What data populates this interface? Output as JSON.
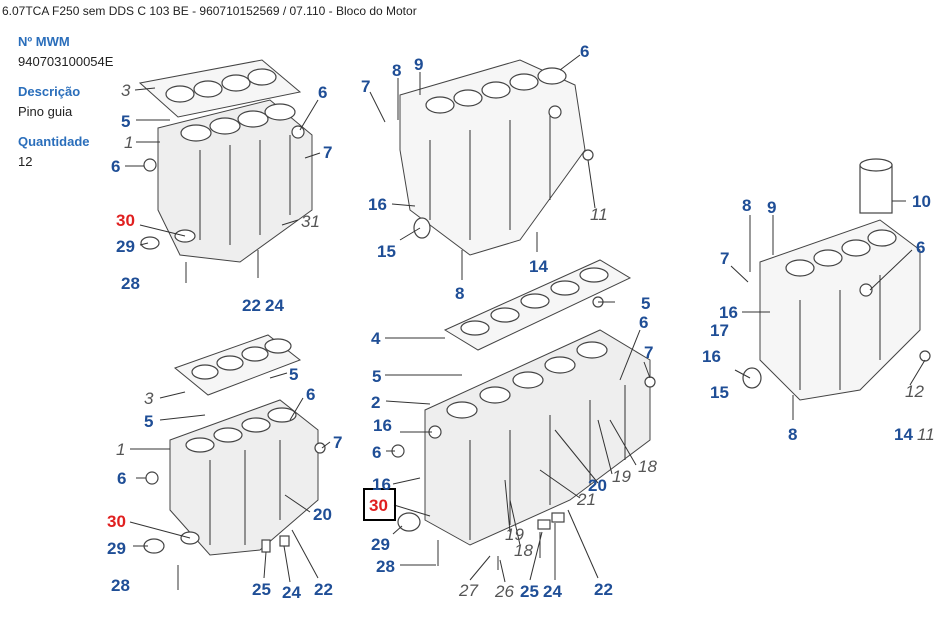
{
  "title": "6.07TCA F250 sem DDS C 103 BE - 960710152569  /  07.110 - Bloco do Motor",
  "info": {
    "mwm_label": "Nº MWM",
    "mwm_value": "940703100054E",
    "desc_label": "Descrição",
    "desc_value": "Pino guia",
    "qty_label": "Quantidade",
    "qty_value": "12"
  },
  "callouts": {
    "tl": [
      "3",
      "5",
      "1",
      "6",
      "6",
      "7",
      "30",
      "29",
      "28",
      "22",
      "24",
      "31"
    ],
    "tm": [
      "7",
      "8",
      "9",
      "6",
      "16",
      "15",
      "11",
      "14",
      "8"
    ],
    "tr": [
      "8",
      "9",
      "10",
      "7",
      "6",
      "16",
      "17",
      "16",
      "15",
      "12",
      "8",
      "14",
      "11"
    ],
    "bl": [
      "3",
      "5",
      "5",
      "1",
      "6",
      "30",
      "29",
      "28",
      "6",
      "7",
      "20",
      "25",
      "24",
      "22"
    ],
    "bm": [
      "4",
      "5",
      "5",
      "6",
      "7",
      "2",
      "16",
      "6",
      "16",
      "30",
      "29",
      "28",
      "19",
      "18",
      "20",
      "21",
      "19",
      "18",
      "27",
      "26",
      "25",
      "24",
      "22"
    ]
  },
  "highlight": "30"
}
